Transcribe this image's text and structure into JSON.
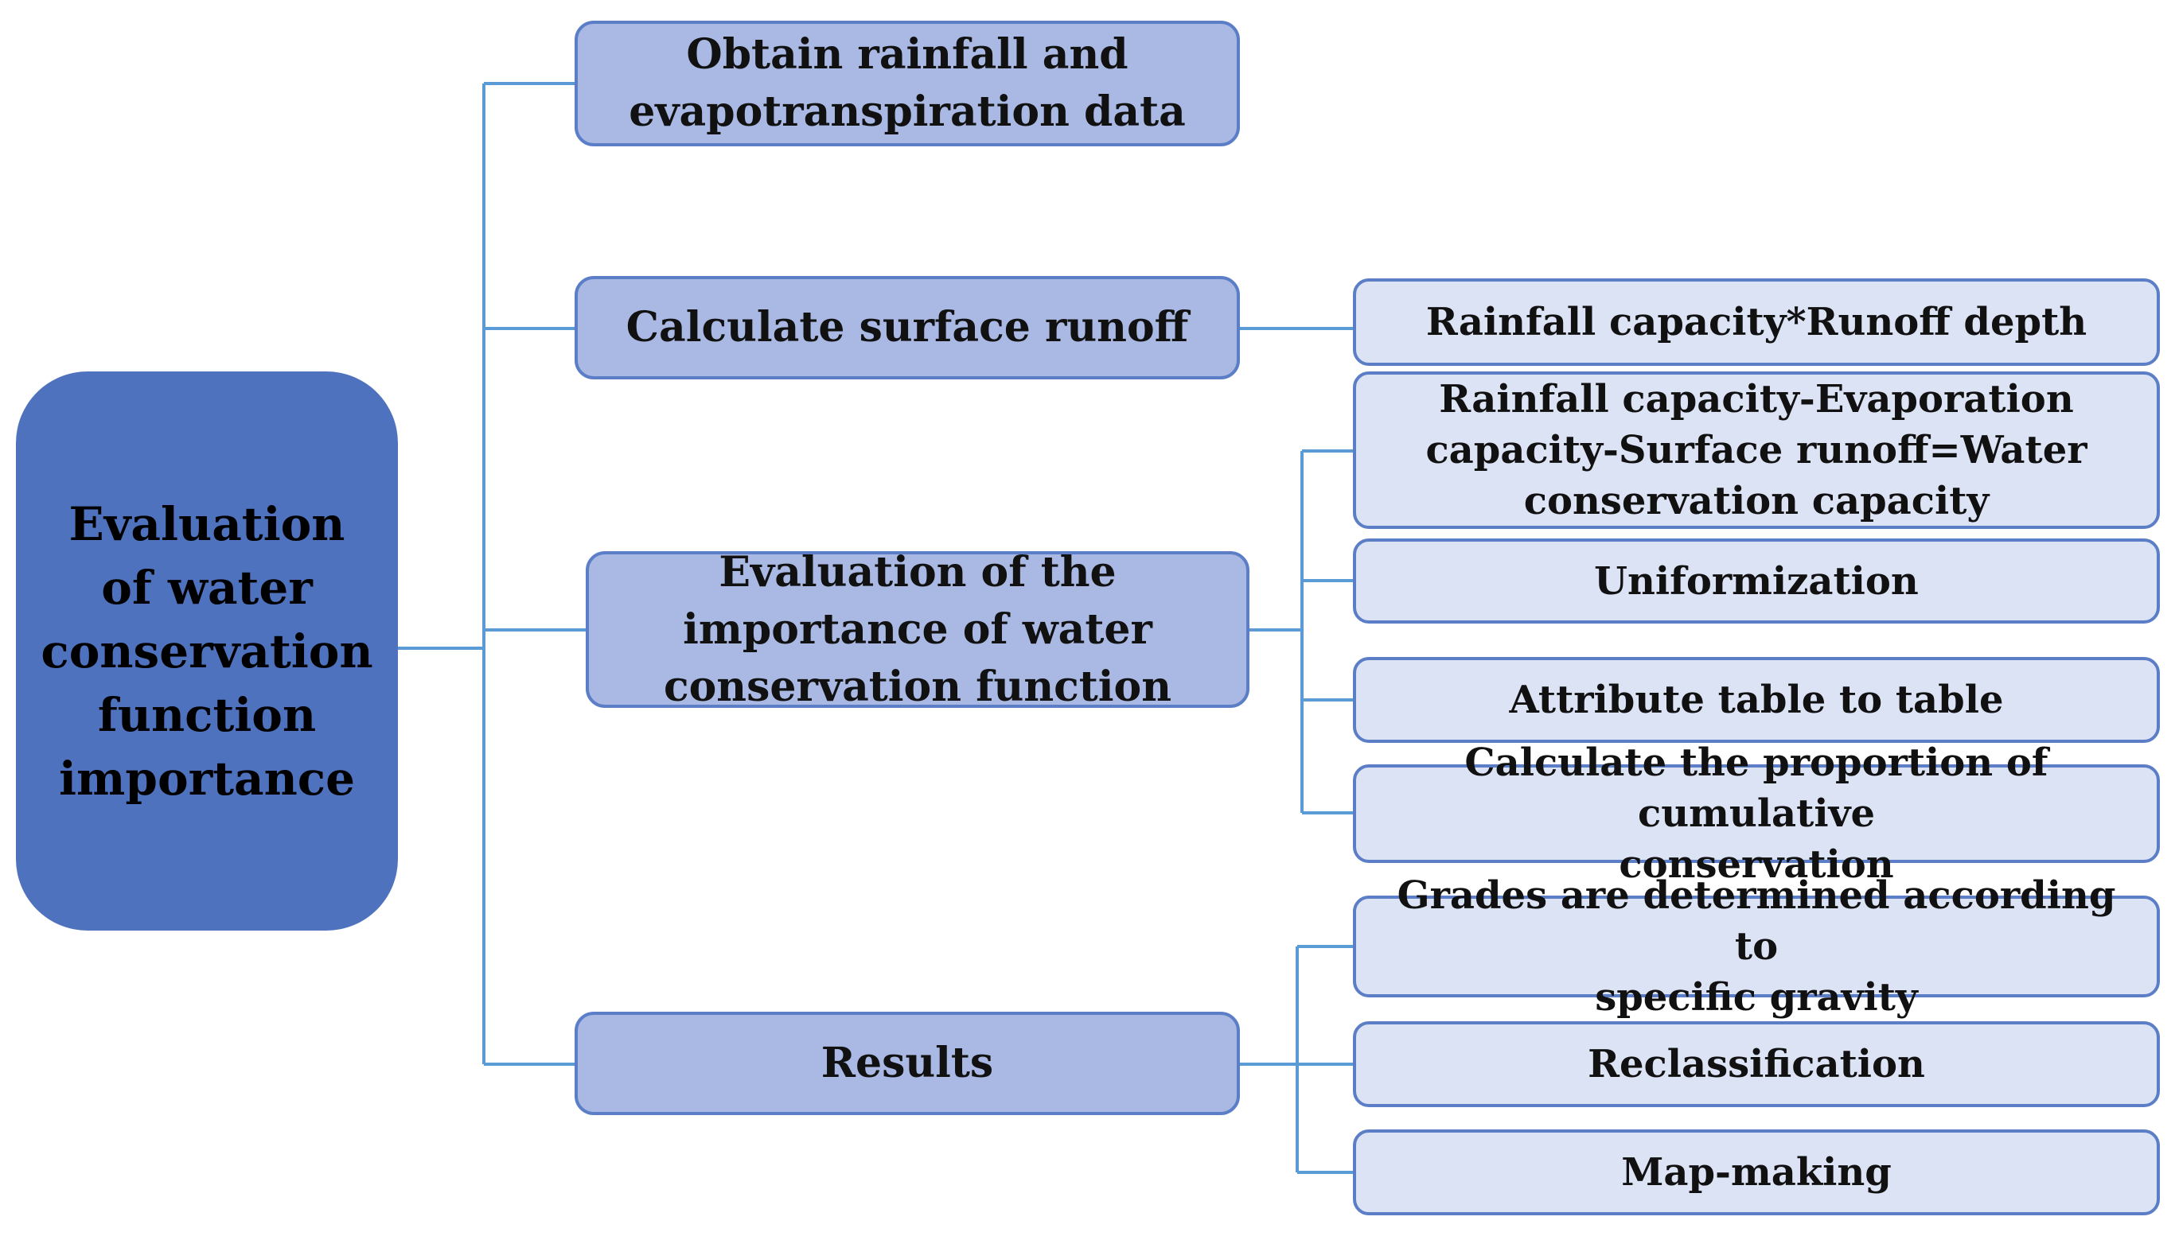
{
  "root": "Evaluation\nof water\nconservation\nfunction\nimportance",
  "steps": [
    {
      "label": "Obtain rainfall and\nevapotranspiration data"
    },
    {
      "label": "Calculate surface runoff"
    },
    {
      "label": "Evaluation of the\nimportance of water\nconservation function"
    },
    {
      "label": "Results"
    }
  ],
  "details": [
    {
      "label": "Rainfall capacity*Runoff depth"
    },
    {
      "label": "Rainfall capacity-Evaporation\ncapacity-Surface runoff=Water\nconservation capacity"
    },
    {
      "label": "Uniformization"
    },
    {
      "label": "Attribute table to table"
    },
    {
      "label": "Calculate the proportion of cumulative\nconservation"
    },
    {
      "label": "Grades are determined according to\nspecific gravity"
    },
    {
      "label": "Reclassification"
    },
    {
      "label": "Map-making"
    }
  ],
  "colors": {
    "root": "#4F72BE",
    "step": "#A9B9E3",
    "detail": "#DCE3F4",
    "line": "#5B9BD5"
  }
}
